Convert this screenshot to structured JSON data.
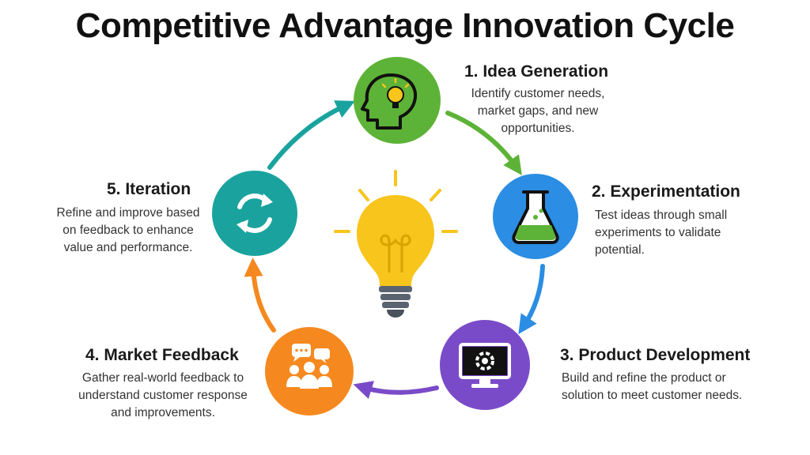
{
  "title": "Competitive Advantage Innovation Cycle",
  "colors": {
    "step1": "#5db337",
    "step2": "#2b8de3",
    "step3": "#7a4bc9",
    "step4": "#f5891f",
    "step5": "#1aa39e",
    "bulb": "#f7c51b"
  },
  "steps": [
    {
      "title": "1. Idea Generation",
      "description": "Identify customer needs, market gaps, and new opportunities.",
      "icon": "head-lightbulb-icon"
    },
    {
      "title": "2. Experimentation",
      "description": "Test ideas through small experiments to validate potential.",
      "icon": "flask-icon"
    },
    {
      "title": "3. Product Development",
      "description": "Build and refine the product or solution to meet customer needs.",
      "icon": "monitor-gear-icon"
    },
    {
      "title": "4. Market Feedback",
      "description": "Gather real-world feedback to understand customer response and improvements.",
      "icon": "group-chat-icon"
    },
    {
      "title": "5. Iteration",
      "description": "Refine and improve based on feedback to enhance value and performance.",
      "icon": "refresh-icon"
    }
  ],
  "center_icon": "lightbulb-icon"
}
